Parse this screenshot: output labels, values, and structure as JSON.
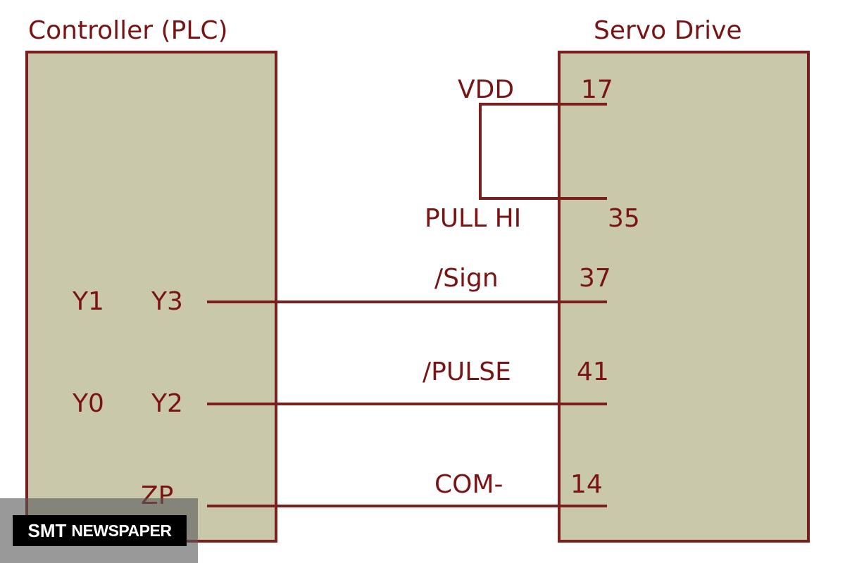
{
  "diagram": {
    "left_block": {
      "title": "Controller (PLC)",
      "terminals": [
        {
          "alt": "Y1",
          "name": "Y3"
        },
        {
          "alt": "Y0",
          "name": "Y2"
        },
        {
          "alt": "",
          "name": "ZP"
        }
      ]
    },
    "right_block": {
      "title": "Servo Drive",
      "pins": [
        {
          "signal": "VDD",
          "pin": "17"
        },
        {
          "signal": "PULL HI",
          "pin": "35"
        },
        {
          "signal": "/Sign",
          "pin": "37"
        },
        {
          "signal": "/PULSE",
          "pin": "41"
        },
        {
          "signal": "COM-",
          "pin": "14"
        }
      ]
    },
    "wire_color": "#7a1e1e",
    "block_fill": "#c9c8ab",
    "text_color": "#7a1414"
  },
  "watermark": {
    "part1": "SMT",
    "part2": "NEWSPAPER"
  }
}
